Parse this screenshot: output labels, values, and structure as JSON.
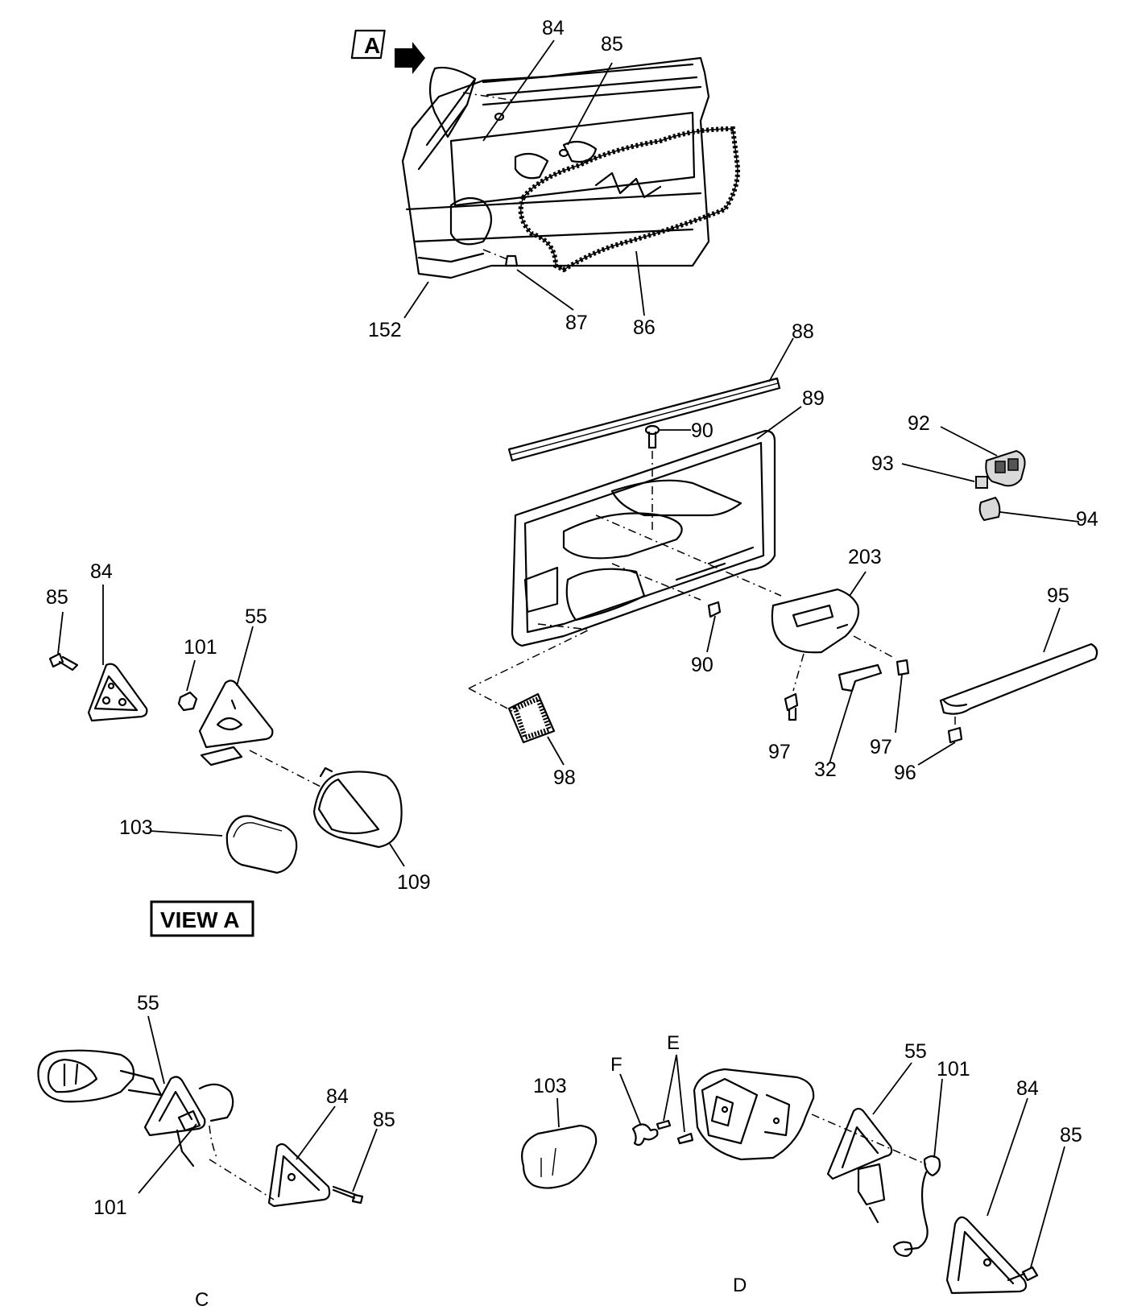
{
  "main_view": {
    "view_flag": "A",
    "callouts": [
      "84",
      "85",
      "152",
      "87",
      "86"
    ]
  },
  "trim_panel": {
    "callouts": [
      "88",
      "89",
      "90",
      "90",
      "92",
      "93",
      "94",
      "203",
      "95",
      "97",
      "97",
      "32",
      "96",
      "98"
    ]
  },
  "view_a": {
    "title": "VIEW A",
    "callouts": [
      "85",
      "84",
      "101",
      "55",
      "103",
      "109"
    ]
  },
  "view_c": {
    "caption": "C",
    "callouts": [
      "55",
      "101",
      "84",
      "85"
    ]
  },
  "view_d": {
    "caption": "D",
    "callouts": [
      "103",
      "F",
      "E",
      "55",
      "101",
      "84",
      "85"
    ]
  }
}
